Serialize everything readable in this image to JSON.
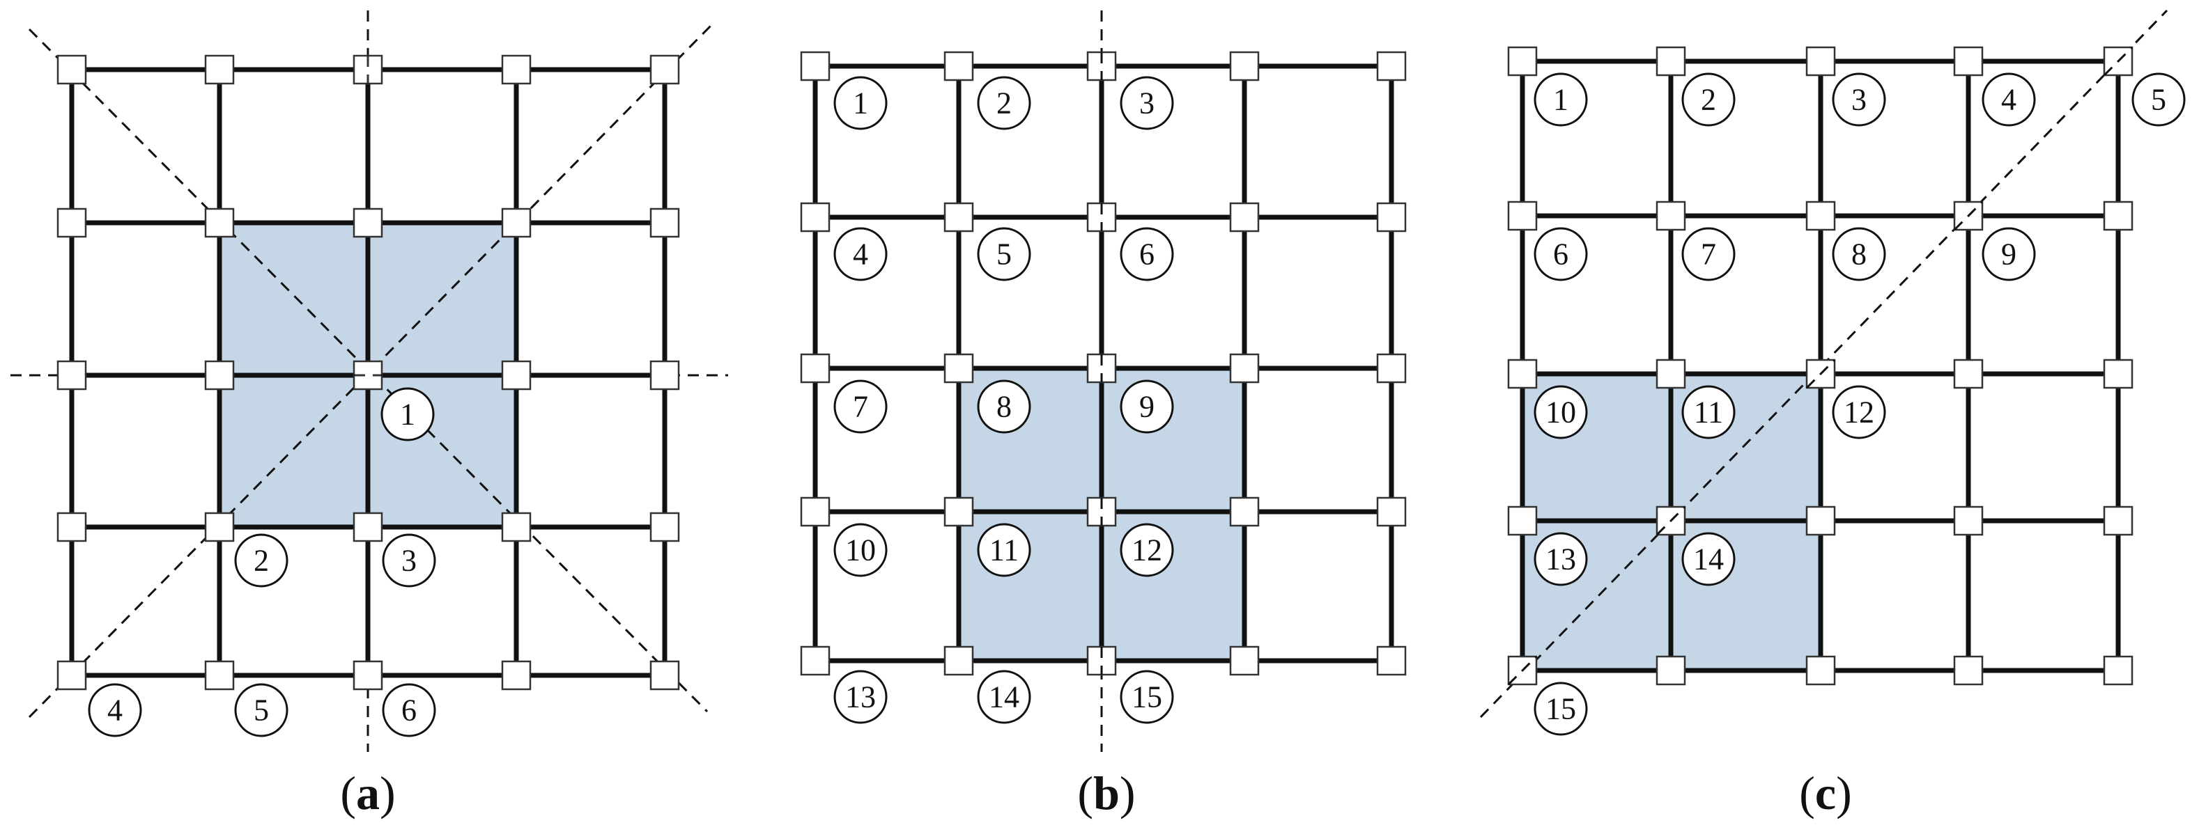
{
  "panels": [
    {
      "caption_letter": "a",
      "labels": [
        "1",
        "2",
        "3",
        "4",
        "5",
        "6"
      ]
    },
    {
      "caption_letter": "b",
      "labels": [
        "1",
        "2",
        "3",
        "4",
        "5",
        "6",
        "7",
        "8",
        "9",
        "10",
        "11",
        "12",
        "13",
        "14",
        "15"
      ]
    },
    {
      "caption_letter": "c",
      "labels": [
        "1",
        "2",
        "3",
        "4",
        "5",
        "6",
        "7",
        "8",
        "9",
        "10",
        "11",
        "12",
        "13",
        "14",
        "15"
      ]
    }
  ],
  "colors": {
    "shaded_region": "#c5d7e6",
    "lines": "#111111",
    "node_fill": "#ffffff"
  }
}
